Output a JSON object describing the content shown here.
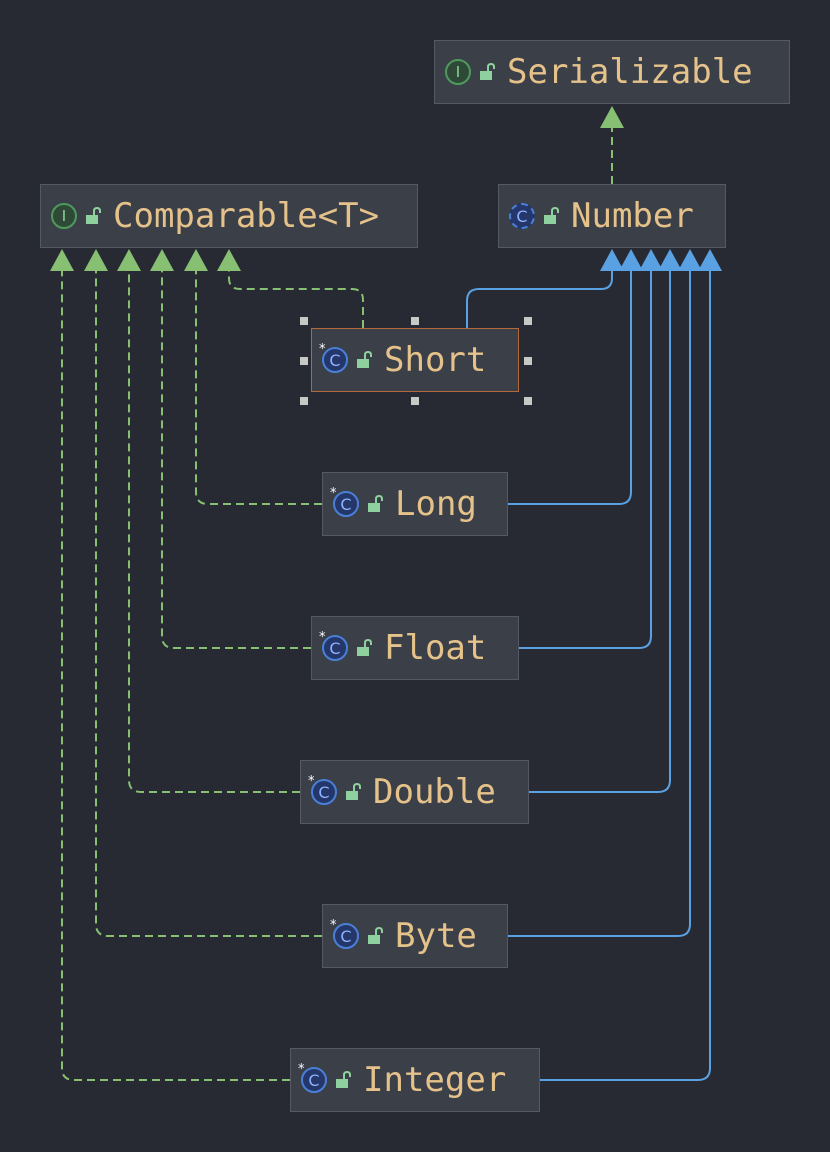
{
  "diagram": {
    "nodes": {
      "serializable": {
        "name": "Serializable",
        "kind": "interface",
        "kind_glyph": "I"
      },
      "comparable": {
        "name": "Comparable<T>",
        "kind": "interface",
        "kind_glyph": "I"
      },
      "number": {
        "name": "Number",
        "kind": "abstract-class",
        "kind_glyph": "C"
      },
      "short": {
        "name": "Short",
        "kind": "final-class",
        "kind_glyph": "C",
        "final_mark": "*",
        "selected": true
      },
      "long": {
        "name": "Long",
        "kind": "final-class",
        "kind_glyph": "C",
        "final_mark": "*"
      },
      "float": {
        "name": "Float",
        "kind": "final-class",
        "kind_glyph": "C",
        "final_mark": "*"
      },
      "double": {
        "name": "Double",
        "kind": "final-class",
        "kind_glyph": "C",
        "final_mark": "*"
      },
      "byte": {
        "name": "Byte",
        "kind": "final-class",
        "kind_glyph": "C",
        "final_mark": "*"
      },
      "integer": {
        "name": "Integer",
        "kind": "final-class",
        "kind_glyph": "C",
        "final_mark": "*"
      }
    },
    "edges": [
      {
        "from": "Number",
        "to": "Serializable",
        "type": "implements"
      },
      {
        "from": "Short",
        "to": "Comparable<T>",
        "type": "implements"
      },
      {
        "from": "Long",
        "to": "Comparable<T>",
        "type": "implements"
      },
      {
        "from": "Float",
        "to": "Comparable<T>",
        "type": "implements"
      },
      {
        "from": "Double",
        "to": "Comparable<T>",
        "type": "implements"
      },
      {
        "from": "Byte",
        "to": "Comparable<T>",
        "type": "implements"
      },
      {
        "from": "Integer",
        "to": "Comparable<T>",
        "type": "implements"
      },
      {
        "from": "Short",
        "to": "Number",
        "type": "extends"
      },
      {
        "from": "Long",
        "to": "Number",
        "type": "extends"
      },
      {
        "from": "Float",
        "to": "Number",
        "type": "extends"
      },
      {
        "from": "Double",
        "to": "Number",
        "type": "extends"
      },
      {
        "from": "Byte",
        "to": "Number",
        "type": "extends"
      },
      {
        "from": "Integer",
        "to": "Number",
        "type": "extends"
      }
    ],
    "colors": {
      "background": "#272a32",
      "node_fill": "#3b3f48",
      "node_border": "#545963",
      "selected_border": "#b3693a",
      "label_text": "#e6c28b",
      "implements_edge": "#87c073",
      "extends_edge": "#5aa1e3",
      "lock_icon": "#8fd19e"
    },
    "icons": [
      "interface-icon",
      "class-icon",
      "final-marker-icon",
      "open-lock-icon"
    ]
  }
}
